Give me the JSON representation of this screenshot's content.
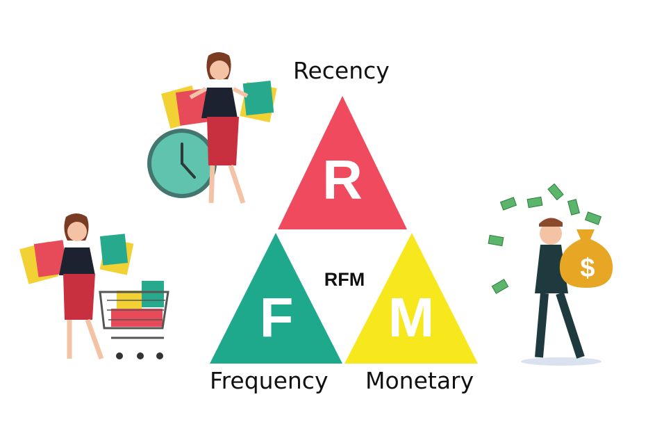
{
  "diagram": {
    "center_label": "RFM",
    "segments": [
      {
        "letter": "R",
        "name": "Recency",
        "color": "#ef4a5e"
      },
      {
        "letter": "F",
        "name": "Frequency",
        "color": "#1ea98c"
      },
      {
        "letter": "M",
        "name": "Monetary",
        "color": "#f7e81e"
      }
    ],
    "money_symbol": "$"
  },
  "illustrations": [
    {
      "name": "shopper-with-clock",
      "icon": "clock-icon"
    },
    {
      "name": "shopper-with-cart",
      "icon": "shopping-cart-icon"
    },
    {
      "name": "businessman-with-money-bag",
      "icon": "money-bag-icon"
    }
  ]
}
